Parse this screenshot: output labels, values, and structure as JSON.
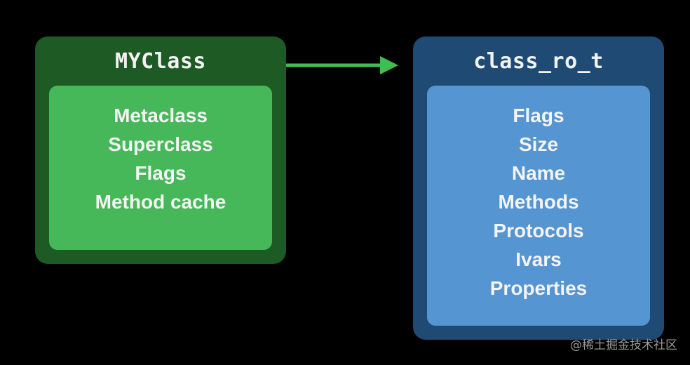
{
  "left_box": {
    "title": "MYClass",
    "fields": [
      "Metaclass",
      "Superclass",
      "Flags",
      "Method cache"
    ]
  },
  "right_box": {
    "title": "class_ro_t",
    "fields": [
      "Flags",
      "Size",
      "Name",
      "Methods",
      "Protocols",
      "Ivars",
      "Properties"
    ]
  },
  "watermark": "@稀土掘金技术社区",
  "colors": {
    "background": "#000000",
    "green_outer": "#1e5a23",
    "green_inner": "#47b85a",
    "blue_outer": "#1f4a74",
    "blue_inner": "#5595d2",
    "arrow": "#3fbf52"
  }
}
